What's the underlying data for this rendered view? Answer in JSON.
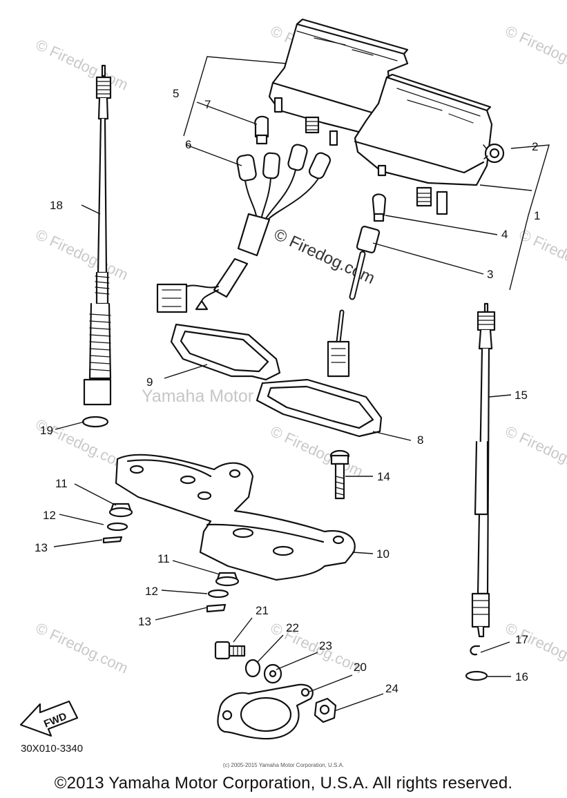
{
  "diagram": {
    "drawing_code": "30X010-3340",
    "fwd_label": "FWD",
    "part_labels": {
      "p1": "1",
      "p2": "2",
      "p3": "3",
      "p4": "4",
      "p5": "5",
      "p6": "6",
      "p7": "7",
      "p8": "8",
      "p9": "9",
      "p10": "10",
      "p11a": "11",
      "p11b": "11",
      "p12a": "12",
      "p12b": "12",
      "p13a": "13",
      "p13b": "13",
      "p14": "14",
      "p15": "15",
      "p16": "16",
      "p17": "17",
      "p18": "18",
      "p19": "19",
      "p20": "20",
      "p21": "21",
      "p22": "22",
      "p23": "23",
      "p24": "24"
    }
  },
  "watermarks": {
    "firedog": "© Firedog.com",
    "center_firedog": "© Firedog.com",
    "yamaha": "Yamaha Motor Corp. U.S.A."
  },
  "footer": {
    "small_copyright": "(c) 2005-2015 Yamaha Motor Corporation, U.S.A.",
    "main_copyright": "©2013 Yamaha Motor Corporation, U.S.A. All rights reserved."
  }
}
